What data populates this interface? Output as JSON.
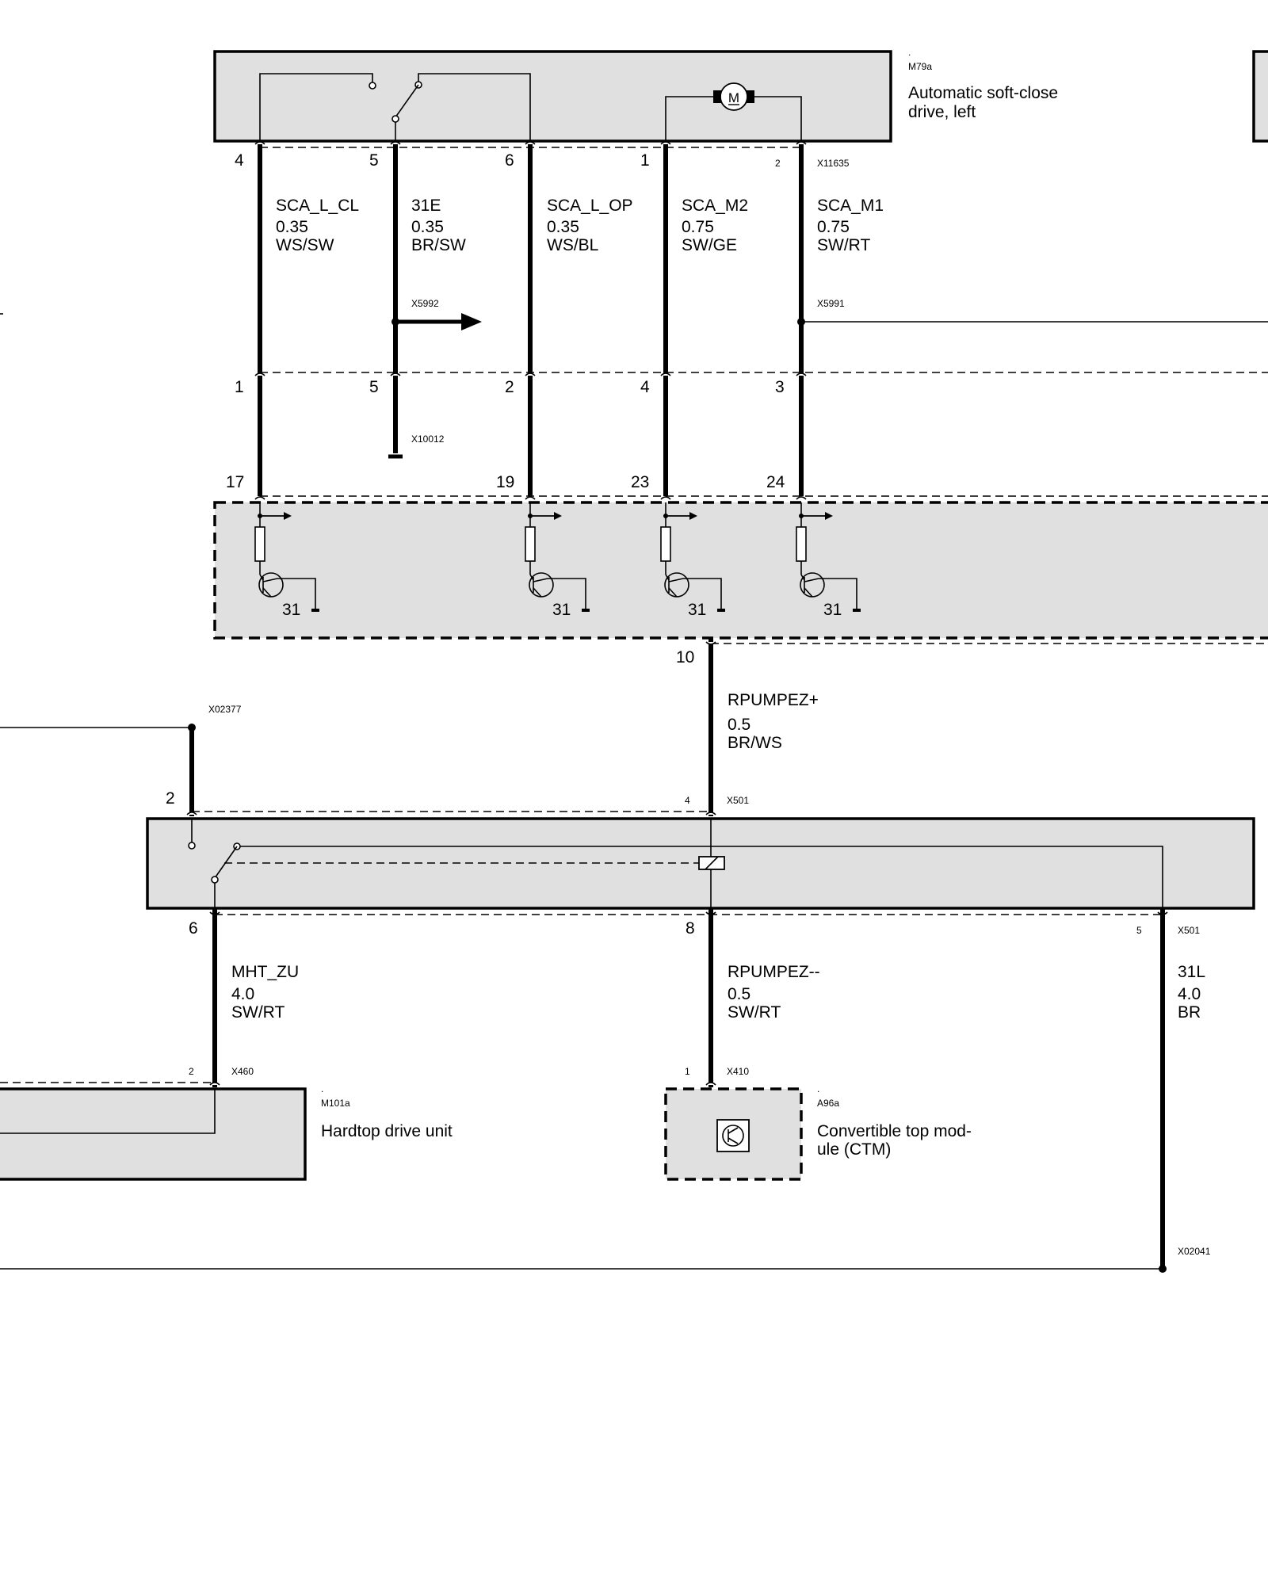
{
  "components": {
    "m79a": {
      "dot": ".",
      "id": "M79a",
      "name_line1": "Automatic soft-close",
      "name_line2": "drive, left",
      "connector": "X11635",
      "motor_glyph": "M"
    },
    "m101a": {
      "dot": ".",
      "id": "M101a",
      "name": "Hardtop drive unit",
      "connector": "X460",
      "pin": "2"
    },
    "a96a": {
      "dot": ".",
      "id": "A96a",
      "name_line1": "Convertible top mod-",
      "name_line2": "ule (CTM)",
      "connector": "X410",
      "pin": "1"
    },
    "relay": {
      "connector_top": "X501",
      "connector_bottom": "X501",
      "pin_top": "4",
      "pin_bottom_right": "5"
    }
  },
  "top_pins": [
    "4",
    "5",
    "6",
    "1",
    "2"
  ],
  "mid_pins": [
    "1",
    "5",
    "2",
    "4",
    "3"
  ],
  "module_pins": [
    "17",
    "19",
    "23",
    "24"
  ],
  "transistor_ground": "31",
  "wires_top": [
    {
      "signal": "SCA_L_CL",
      "size": "0.35",
      "color": "WS/SW"
    },
    {
      "signal": "31E",
      "size": "0.35",
      "color": "BR/SW"
    },
    {
      "signal": "SCA_L_OP",
      "size": "0.35",
      "color": "WS/BL"
    },
    {
      "signal": "SCA_M2",
      "size": "0.75",
      "color": "SW/GE"
    },
    {
      "signal": "SCA_M1",
      "size": "0.75",
      "color": "SW/RT"
    }
  ],
  "splices": {
    "x5992": "X5992",
    "x5991": "X5991",
    "x10012": "X10012",
    "x02377": "X02377",
    "x02041": "X02041"
  },
  "wire_rpumpez_plus": {
    "pin": "10",
    "signal": "RPUMPEZ+",
    "size": "0.5",
    "color": "BR/WS"
  },
  "relay_pins": {
    "left_top": "2",
    "left_bottom": "6",
    "mid_bottom": "8"
  },
  "wire_mht_zu": {
    "signal": "MHT_ZU",
    "size": "4.0",
    "color": "SW/RT"
  },
  "wire_rpumpez_minus": {
    "signal": "RPUMPEZ--",
    "size": "0.5",
    "color": "SW/RT"
  },
  "wire_31l": {
    "signal": "31L",
    "size": "4.0",
    "color": "BR"
  }
}
